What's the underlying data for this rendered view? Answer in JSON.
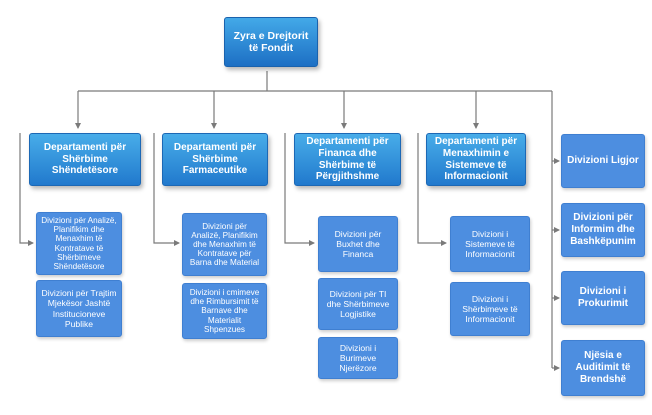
{
  "director_office": {
    "label": "Zyra e Drejtorit të Fondit"
  },
  "departments": [
    {
      "label": "Departamenti për Shërbime Shëndetësore",
      "divisions": [
        "Divizioni për Analizë, Planifikim dhe Menaxhim të Kontratave të Shërbimeve Shëndetësore",
        "Divizioni për Trajtim Mjekësor Jashtë Institucioneve Publike"
      ]
    },
    {
      "label": "Departamenti për Shërbime Farmaceutike",
      "divisions": [
        "Divizioni për Analizë, Planifikim dhe Menaxhim të Kontratave për Barna dhe Material",
        "Divizioni i cmimeve dhe Rimbursimit të Barnave dhe Materialit Shpenzues"
      ]
    },
    {
      "label": "Departamenti për Financa dhe Shërbime të Përgjithshme",
      "divisions": [
        "Divizioni për Buxhet dhe Financa",
        "Divizioni për TI dhe Shërbimeve Logjistike",
        "Divizioni i Burimeve Njerëzore"
      ]
    },
    {
      "label": "Departamenti për Menaxhimin e Sistemeve të Informacionit",
      "divisions": [
        "Divizioni i Sistemeve të Informacionit",
        "Divizioni i Shërbimeve të Informacionit"
      ]
    }
  ],
  "independent_units": [
    "Divizioni Ligjor",
    "Divizioni për Informim dhe Bashkëpunim",
    "Divizioni i Prokurimit",
    "Njësia e Auditimit të Brendshë"
  ],
  "colors": {
    "connector": "#7a7a7a",
    "header_gradient_top": "#43a9e8",
    "header_gradient_bottom": "#1d6fc4",
    "division_fill": "#4d8ee0",
    "text": "#ffffff"
  }
}
